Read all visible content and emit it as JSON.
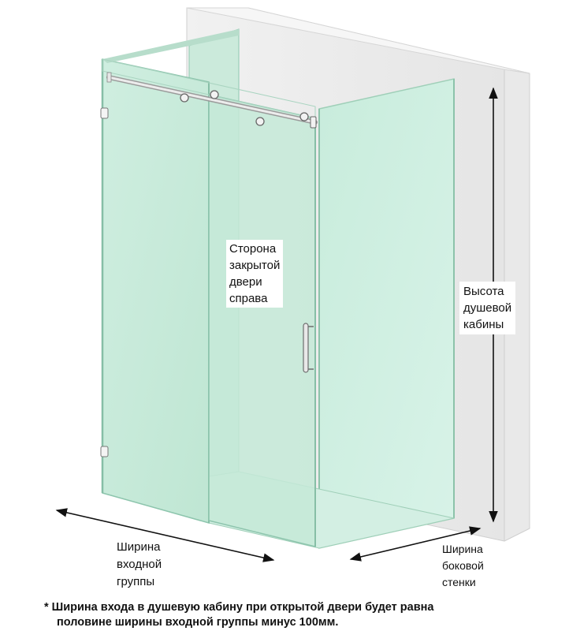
{
  "labels": {
    "door_side": [
      "Сторона",
      "закрытой",
      "двери",
      "справа"
    ],
    "height": [
      "Высота",
      "душевой",
      "кабины"
    ],
    "entry_width": [
      "Ширина",
      "входной",
      "группы"
    ],
    "side_width": [
      "Ширина",
      "боковой",
      "стенки"
    ]
  },
  "footnote": {
    "line1": "* Ширина входа в душевую кабину при открытой двери будет равна",
    "line2": "половине ширины входной группы минус 100мм."
  }
}
